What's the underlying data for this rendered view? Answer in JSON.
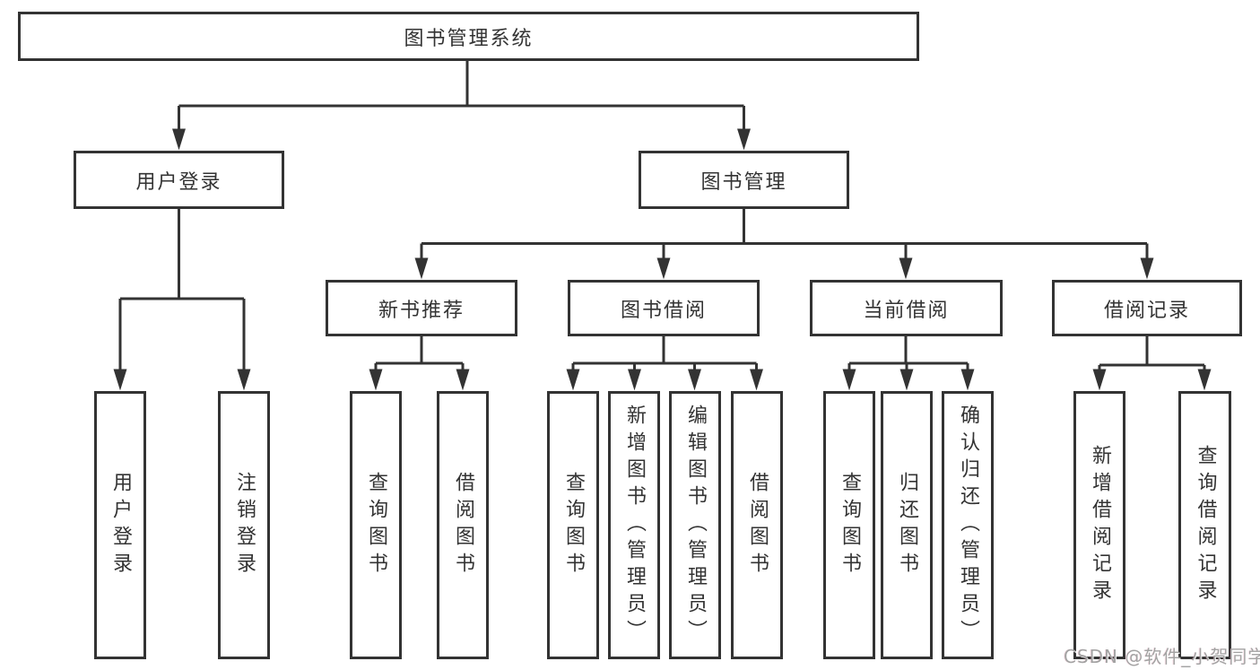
{
  "page": {
    "background": "#ffffff"
  },
  "colors": {
    "line": "#333333",
    "box_border": "#333333",
    "box_bg": "#ffffff",
    "text": "#333333",
    "watermark": "#a3a3a3"
  },
  "watermark": {
    "text": "CSDN @软件_小贺同学"
  },
  "diagram": {
    "root": {
      "label": "图书管理系统"
    },
    "level2": [
      {
        "id": "user-login",
        "label": "用户登录"
      },
      {
        "id": "book-management",
        "label": "图书管理"
      }
    ],
    "level3": [
      {
        "id": "new-book-recommend",
        "parent": "book-management",
        "label": "新书推荐"
      },
      {
        "id": "book-borrow",
        "parent": "book-management",
        "label": "图书借阅"
      },
      {
        "id": "current-borrow",
        "parent": "book-management",
        "label": "当前借阅"
      },
      {
        "id": "borrow-records",
        "parent": "book-management",
        "label": "借阅记录"
      }
    ],
    "leaves": [
      {
        "parent": "user-login",
        "label": "用户登录"
      },
      {
        "parent": "user-login",
        "label": "注销登录"
      },
      {
        "parent": "new-book-recommend",
        "label": "查询图书"
      },
      {
        "parent": "new-book-recommend",
        "label": "借阅图书"
      },
      {
        "parent": "book-borrow",
        "label": "查询图书"
      },
      {
        "parent": "book-borrow",
        "label": "新增图书（管理员）"
      },
      {
        "parent": "book-borrow",
        "label": "编辑图书（管理员）"
      },
      {
        "parent": "book-borrow",
        "label": "借阅图书"
      },
      {
        "parent": "current-borrow",
        "label": "查询图书"
      },
      {
        "parent": "current-borrow",
        "label": "归还图书"
      },
      {
        "parent": "current-borrow",
        "label": "确认归还（管理员）"
      },
      {
        "parent": "borrow-records",
        "label": "新增借阅记录"
      },
      {
        "parent": "borrow-records",
        "label": "查询借阅记录"
      }
    ]
  }
}
